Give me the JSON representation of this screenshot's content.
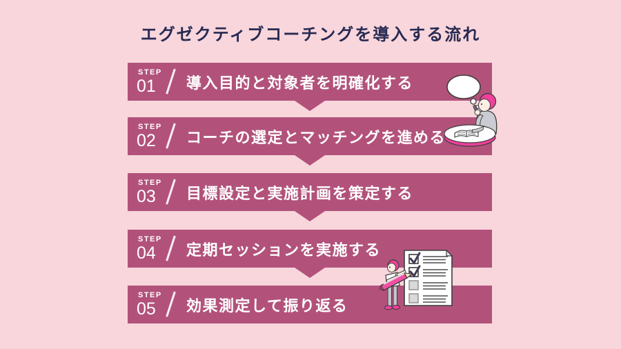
{
  "title": "エグゼクティブコーチングを導入する流れ",
  "steps": [
    {
      "label": "STEP",
      "number": "01",
      "text": "導入目的と対象者を明確化する"
    },
    {
      "label": "STEP",
      "number": "02",
      "text": "コーチの選定とマッチングを進める"
    },
    {
      "label": "STEP",
      "number": "03",
      "text": "目標設定と実施計画を策定する"
    },
    {
      "label": "STEP",
      "number": "04",
      "text": "定期セッションを実施する"
    },
    {
      "label": "STEP",
      "number": "05",
      "text": "効果測定して振り返る"
    }
  ],
  "colors": {
    "background": "#f8d6dc",
    "banner": "#b2527b",
    "title_text": "#272a52",
    "banner_text": "#ffffff",
    "accent_pink": "#ee3f9b"
  },
  "illustrations": [
    {
      "name": "thinking-person-at-table-illustration"
    },
    {
      "name": "person-checking-checklist-illustration"
    }
  ]
}
